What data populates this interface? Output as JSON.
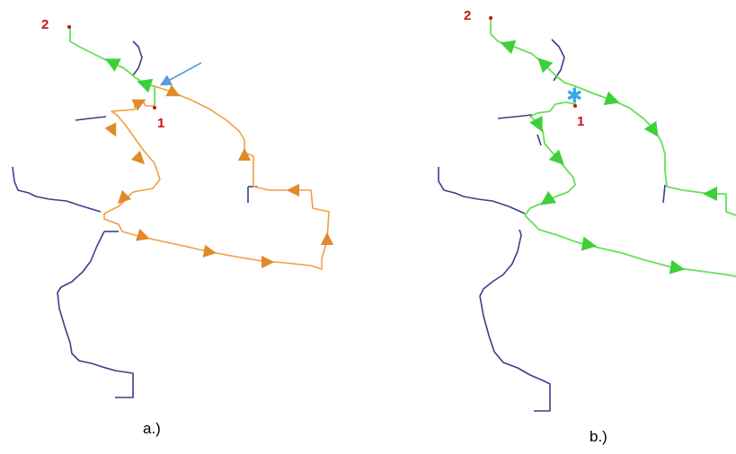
{
  "colors": {
    "background": "#ffffff",
    "traced_path_a": "#f0a040",
    "traced_path_b": "#66e05a",
    "upstream_path": "#66e05a",
    "inactive_path": "#3b3f8a",
    "node_label": "#cc1111",
    "node_point": "#cc1111",
    "pointer_arrow": "#5b9bd5",
    "flag_marker": "#3aa8e8"
  },
  "panels": [
    {
      "id": "a",
      "caption": "a.)",
      "nodes": [
        {
          "label": "2"
        },
        {
          "label": "1"
        }
      ],
      "annotation_icon": "pointer-arrow-icon"
    },
    {
      "id": "b",
      "caption": "b.)",
      "nodes": [
        {
          "label": "2"
        },
        {
          "label": "1"
        }
      ],
      "annotation_icon": "flag-asterisk-icon"
    }
  ]
}
